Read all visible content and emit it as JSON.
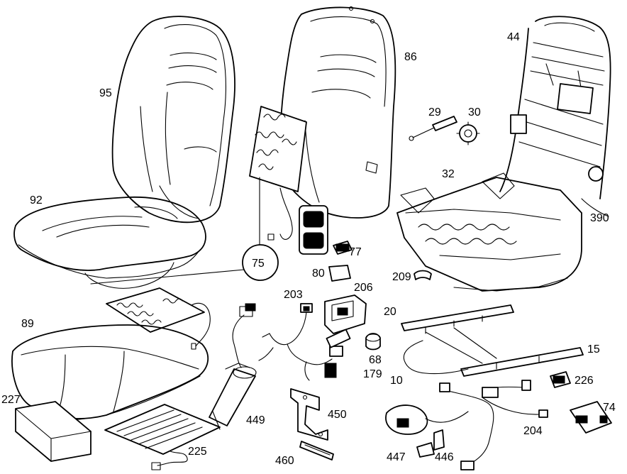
{
  "callouts": [
    {
      "id": "95",
      "text": "95"
    },
    {
      "id": "86",
      "text": "86"
    },
    {
      "id": "44",
      "text": "44"
    },
    {
      "id": "29",
      "text": "29"
    },
    {
      "id": "30",
      "text": "30"
    },
    {
      "id": "32",
      "text": "32"
    },
    {
      "id": "390",
      "text": "390"
    },
    {
      "id": "92",
      "text": "92"
    },
    {
      "id": "75",
      "text": "75"
    },
    {
      "id": "77",
      "text": "77"
    },
    {
      "id": "80",
      "text": "80"
    },
    {
      "id": "209",
      "text": "209"
    },
    {
      "id": "203",
      "text": "203"
    },
    {
      "id": "206",
      "text": "206"
    },
    {
      "id": "20",
      "text": "20"
    },
    {
      "id": "89",
      "text": "89"
    },
    {
      "id": "68",
      "text": "68"
    },
    {
      "id": "179",
      "text": "179"
    },
    {
      "id": "15",
      "text": "15"
    },
    {
      "id": "10",
      "text": "10"
    },
    {
      "id": "226",
      "text": "226"
    },
    {
      "id": "227",
      "text": "227"
    },
    {
      "id": "449",
      "text": "449"
    },
    {
      "id": "450",
      "text": "450"
    },
    {
      "id": "74",
      "text": "74"
    },
    {
      "id": "204",
      "text": "204"
    },
    {
      "id": "225",
      "text": "225"
    },
    {
      "id": "447",
      "text": "447"
    },
    {
      "id": "446",
      "text": "446"
    },
    {
      "id": "460",
      "text": "460"
    }
  ]
}
